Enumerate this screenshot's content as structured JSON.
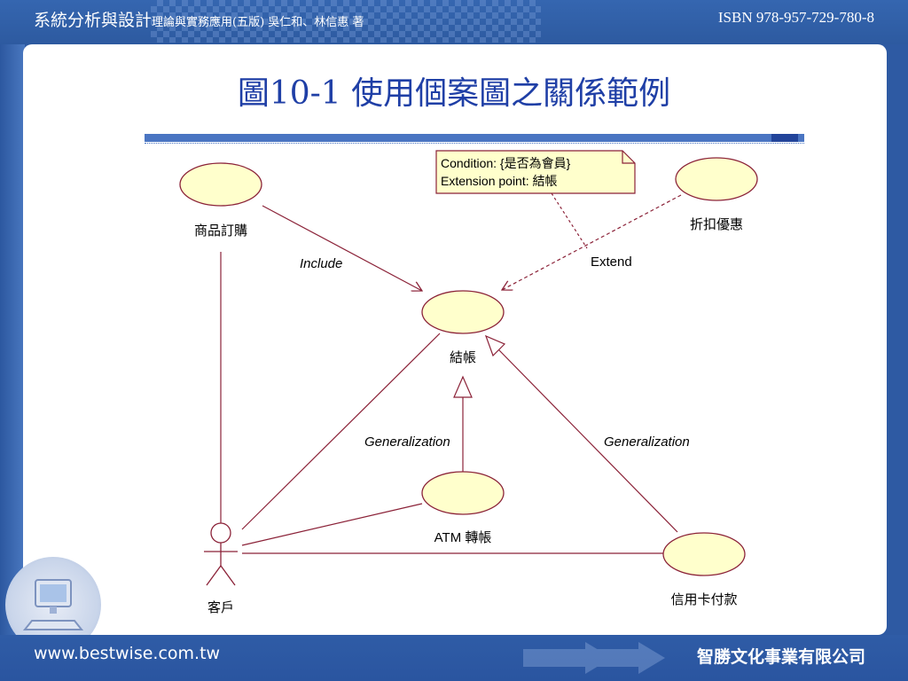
{
  "header": {
    "book_title": "系統分析與設計",
    "book_subtitle": "理論與實務應用(五版)  吳仁和、林信惠 著",
    "isbn": "ISBN 978-957-729-780-8"
  },
  "slide": {
    "title": "圖10-1 使用個案圖之關係範例"
  },
  "diagram": {
    "use_cases": {
      "order": "商品訂購",
      "checkout": "結帳",
      "discount": "折扣優惠",
      "atm": "ATM 轉帳",
      "credit": "信用卡付款"
    },
    "actor": "客戶",
    "note": {
      "line1": "Condition: {是否為會員}",
      "line2": "Extension point: 結帳"
    },
    "relations": {
      "include": "Include",
      "extend": "Extend",
      "generalization_left": "Generalization",
      "generalization_right": "Generalization"
    },
    "colors": {
      "use_case_fill": "#ffffcc",
      "line": "#8b2238",
      "note_fill": "#ffffcc"
    }
  },
  "footer": {
    "url": "www.bestwise.com.tw",
    "publisher": "智勝文化事業有限公司"
  }
}
